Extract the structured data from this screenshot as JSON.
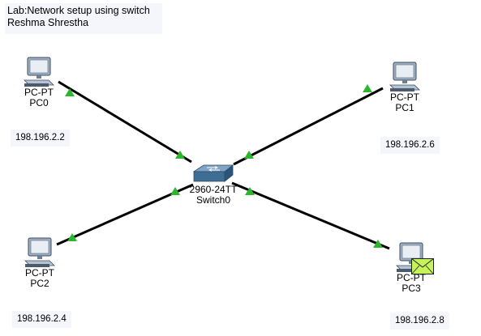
{
  "title_note": {
    "line1": "Lab:Network setup using switch",
    "line2": "Reshma Shrestha"
  },
  "devices": {
    "pc0": {
      "model": "PC-PT",
      "name": "PC0",
      "ip": "198.196.2.2",
      "icon": "desktop-pc-icon"
    },
    "pc1": {
      "model": "PC-PT",
      "name": "PC1",
      "ip": "198.196.2.6",
      "icon": "desktop-pc-icon"
    },
    "pc2": {
      "model": "PC-PT",
      "name": "PC2",
      "ip": "198.196.2.4",
      "icon": "desktop-pc-icon"
    },
    "pc3": {
      "model": "PC-PT",
      "name": "PC3",
      "ip": "198.196.2.8",
      "icon": "desktop-pc-icon",
      "overlay_icon": "envelope-icon"
    },
    "switch0": {
      "model": "2960-24TT",
      "name": "Switch0",
      "icon": "switch-icon"
    }
  },
  "colors": {
    "link": "#000000",
    "link_status_up": "#2db52d",
    "note_bg": "#f5f6fb",
    "envelope": "#c6f25a"
  }
}
